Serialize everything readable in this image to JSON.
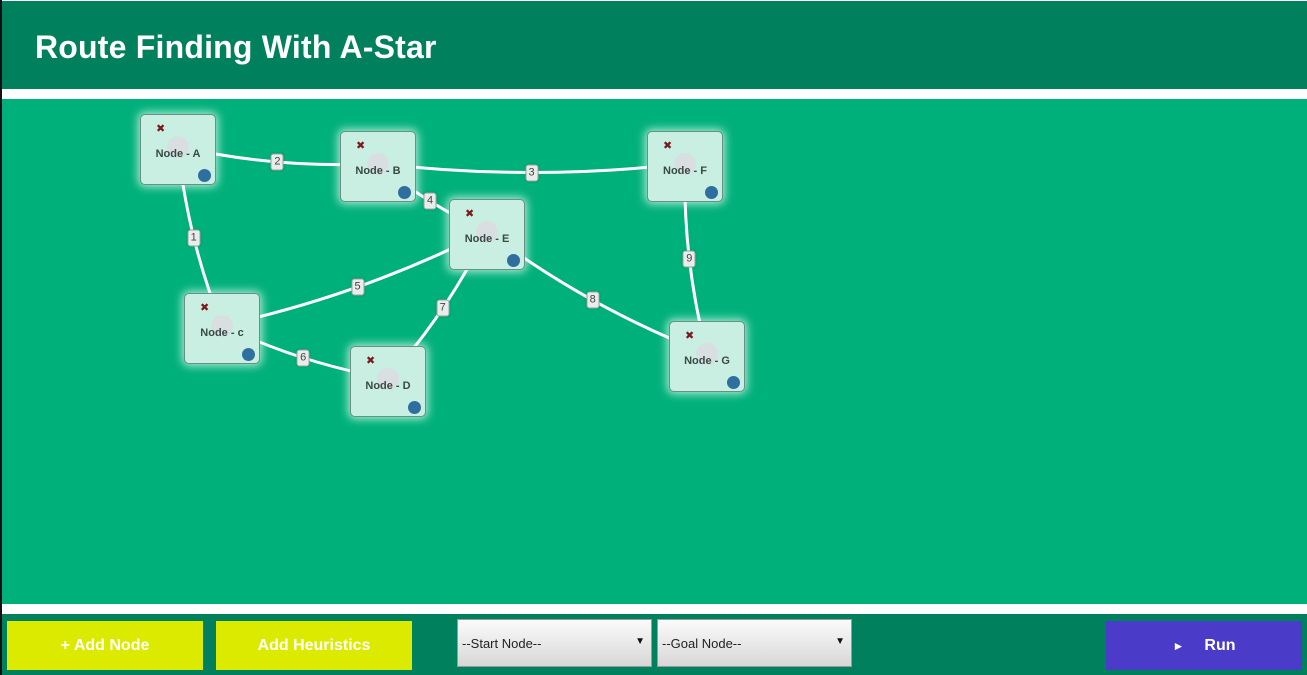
{
  "header": {
    "title": "Route Finding With A-Star"
  },
  "graph": {
    "nodes": [
      {
        "id": "A",
        "label": "Node - A"
      },
      {
        "id": "B",
        "label": "Node - B"
      },
      {
        "id": "F",
        "label": "Node - F"
      },
      {
        "id": "E",
        "label": "Node - E"
      },
      {
        "id": "C",
        "label": "Node - c"
      },
      {
        "id": "D",
        "label": "Node - D"
      },
      {
        "id": "G",
        "label": "Node - G"
      }
    ],
    "edges": [
      {
        "from": "A",
        "to": "B",
        "weight": "2"
      },
      {
        "from": "B",
        "to": "F",
        "weight": "3"
      },
      {
        "from": "B",
        "to": "E",
        "weight": "4"
      },
      {
        "from": "A",
        "to": "C",
        "weight": "1"
      },
      {
        "from": "C",
        "to": "E",
        "weight": "5"
      },
      {
        "from": "C",
        "to": "D",
        "weight": "6"
      },
      {
        "from": "D",
        "to": "E",
        "weight": "7"
      },
      {
        "from": "E",
        "to": "G",
        "weight": "8"
      },
      {
        "from": "F",
        "to": "G",
        "weight": "9"
      }
    ],
    "icons": {
      "remove": "close-icon",
      "connect": "port-dot"
    },
    "colors": {
      "canvas": "#00b07a",
      "node": "#c9eee2",
      "edge": "#ffffff",
      "port": "#2e6fa0"
    }
  },
  "toolbar": {
    "add_node_label": "+ Add Node",
    "add_heuristics_label": "Add Heuristics",
    "start_select": {
      "selected": "--Start Node--"
    },
    "goal_select": {
      "selected": "--Goal Node--"
    },
    "run_label": "Run",
    "run_icon": "►",
    "colors": {
      "primary": "#dcea00",
      "run": "#4a3cc8",
      "header": "#00805c"
    }
  }
}
